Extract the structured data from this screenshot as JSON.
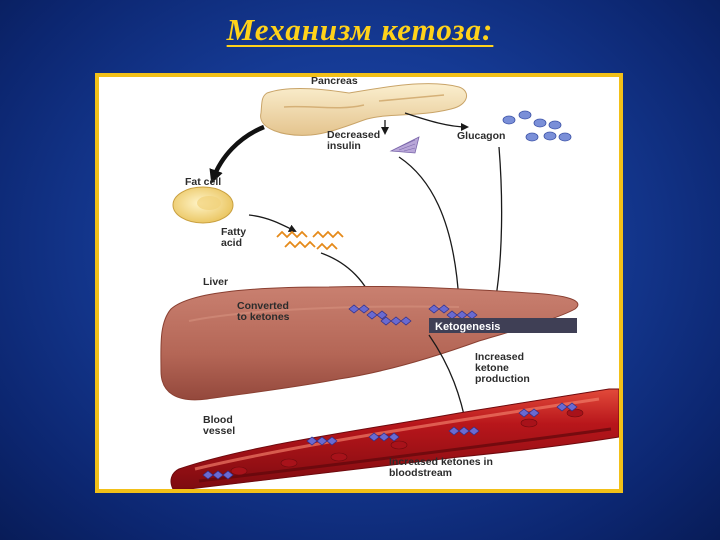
{
  "slide": {
    "title": "Механизм кетоза:"
  },
  "diagram": {
    "organs": {
      "pancreas": "Pancreas",
      "fat_cell": "Fat cell",
      "liver": "Liver",
      "blood_vessel_1": "Blood",
      "blood_vessel_2": "vessel"
    },
    "labels": {
      "decreased_insulin_1": "Decreased",
      "decreased_insulin_2": "insulin",
      "glucagon": "Glucagon",
      "fatty_acid_1": "Fatty",
      "fatty_acid_2": "acid",
      "converted_1": "Converted",
      "converted_2": "to ketones",
      "ketogenesis": "Ketogenesis",
      "increased_production_1": "Increased",
      "increased_production_2": "ketone",
      "increased_production_3": "production",
      "increased_blood_1": "Increased ketones in",
      "increased_blood_2": "bloodstream"
    }
  },
  "colors": {
    "background": "#153a94",
    "title": "#ffd21a",
    "frame_border": "#f2c018",
    "liver": "#b7685a",
    "blood_vessel": "#c0201e",
    "ketone": "#6a6ad0",
    "glucagon": "#7a8fd8",
    "pancreas": "#f3deb0",
    "fat_cell": "#f6df8c"
  }
}
